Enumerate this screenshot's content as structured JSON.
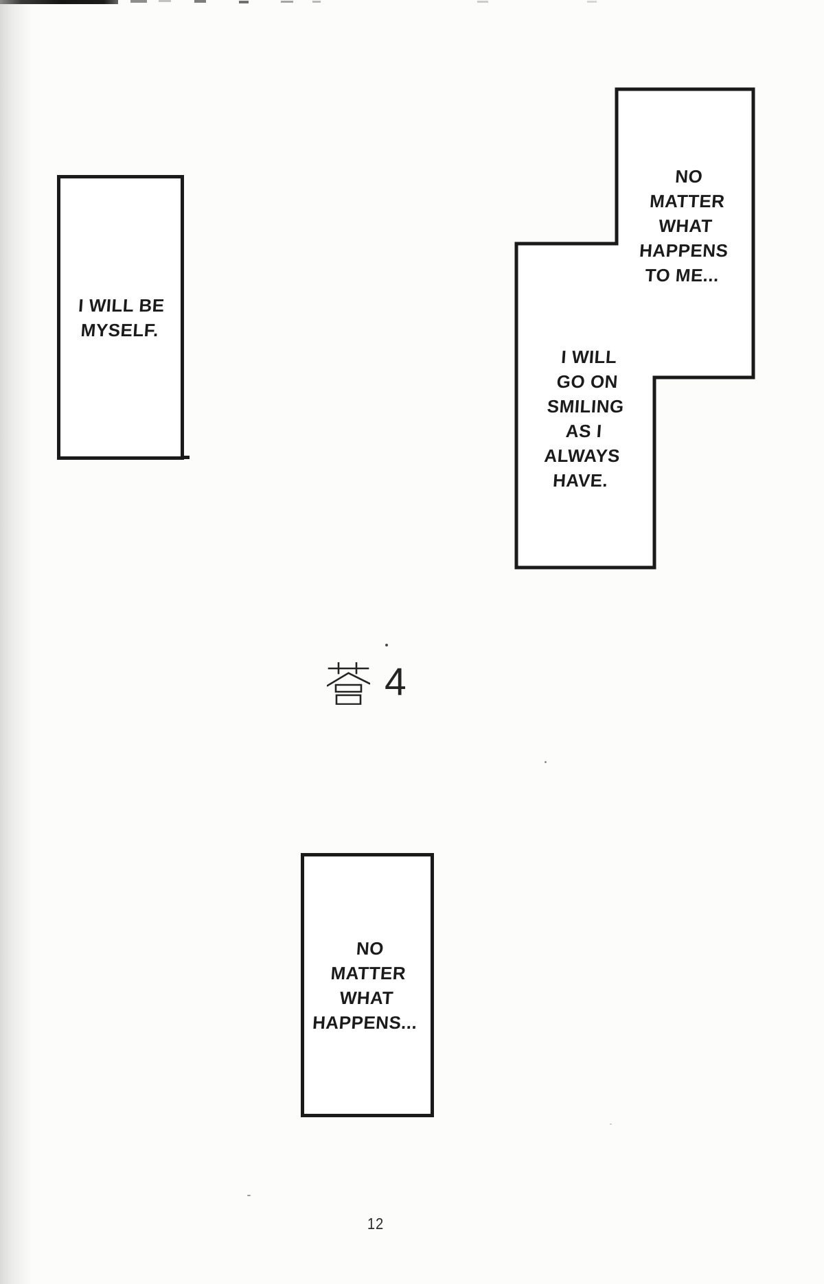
{
  "page": {
    "number": "12"
  },
  "title": {
    "text": "蒼 4",
    "kanji": "蒼",
    "numeral": "4"
  },
  "balloons": {
    "top_left": "I WILL BE\nMYSELF.",
    "top_right": "NO\nMATTER\nWHAT\nHAPPENS\nTO ME...",
    "middle_right": "I WILL\nGO ON\nSMILING\nAS I\nALWAYS\nHAVE.",
    "bottom_center": "NO\nMATTER\nWHAT\nHAPPENS..."
  },
  "colors": {
    "ink": "#1a1a1a",
    "panel_fill": "#ffffff",
    "paper": "#fcfcfa"
  }
}
